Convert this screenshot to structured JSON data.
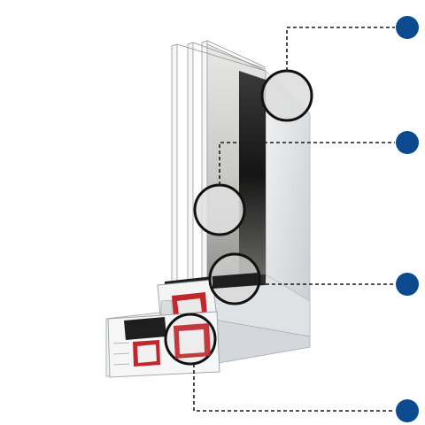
{
  "colors": {
    "marker": "#0b4a8e",
    "leader_line": "#1a1a1a",
    "frame": "#e6e8ea",
    "frame_shadow": "#b9bec3",
    "glass": "#d6d8d6",
    "glass_dark": "#2a2a2a",
    "seal": "#1e1e1e",
    "reinforcement": "#c0282d",
    "lens_ring": "#111111"
  },
  "hotspots": [
    {
      "id": "hs1",
      "icon": "filled-circle"
    },
    {
      "id": "hs2",
      "icon": "filled-circle"
    },
    {
      "id": "hs3",
      "icon": "filled-circle"
    },
    {
      "id": "hs4",
      "icon": "filled-circle"
    }
  ]
}
